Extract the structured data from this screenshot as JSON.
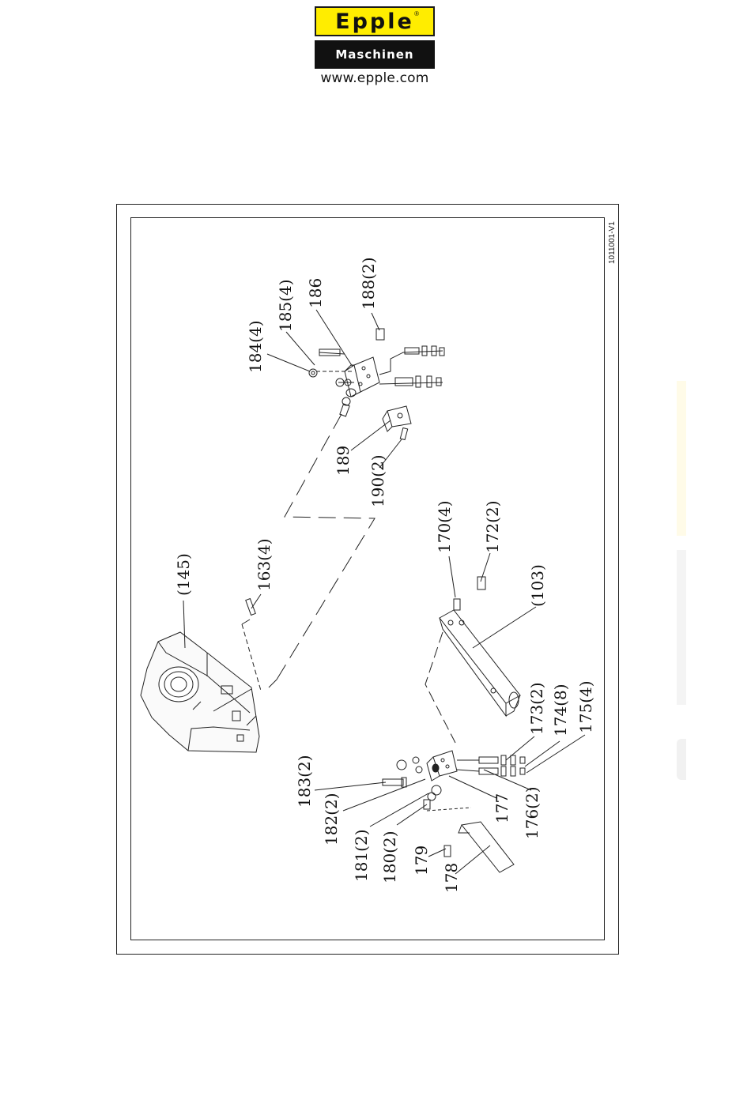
{
  "logo": {
    "brand": "Epple",
    "registered": "®",
    "subtitle": "Maschinen",
    "url": "www.epple.com"
  },
  "drawing": {
    "doc_id": "1011001-V1",
    "callouts": {
      "c145": "(145)",
      "c163": "163(4)",
      "c184": "184(4)",
      "c185": "185(4)",
      "c186": "186",
      "c188": "188(2)",
      "c189": "189",
      "c190": "190(2)",
      "c170": "170(4)",
      "c172": "172(2)",
      "c103": "(103)",
      "c173": "173(2)",
      "c174": "174(8)",
      "c175": "175(4)",
      "c183": "183(2)",
      "c182": "182(2)",
      "c181": "181(2)",
      "c180": "180(2)",
      "c179": "179",
      "c178": "178",
      "c177": "177",
      "c176": "176(2)"
    }
  }
}
